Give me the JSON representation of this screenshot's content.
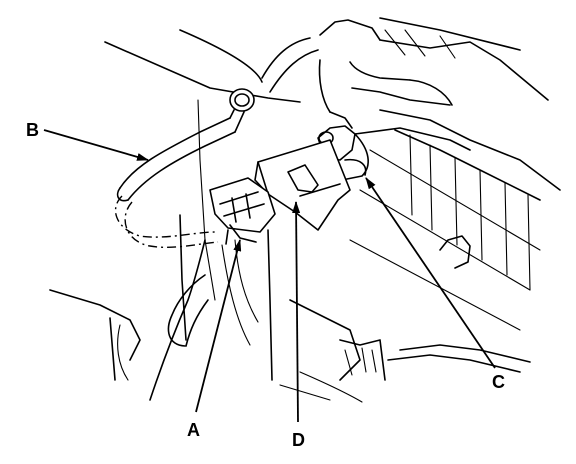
{
  "callouts": {
    "a": "A",
    "b": "B",
    "c": "C",
    "d": "D"
  }
}
